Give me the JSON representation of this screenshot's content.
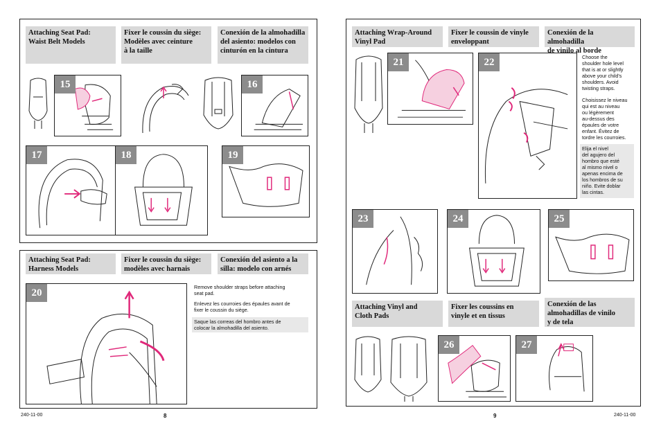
{
  "left_page": {
    "waist_section": {
      "headers": [
        "Attaching Seat Pad:\nWaist Belt Models",
        "Fixer le coussin du siège:\nModèles avec ceinture\nà la taille",
        "Conexión de la almohadilla\ndel asiento: modelos con\ncinturón en la cintura"
      ],
      "figures": [
        "15",
        "16",
        "17",
        "18",
        "19"
      ]
    },
    "harness_section": {
      "headers": [
        "Attaching Seat Pad:\nHarness Models",
        "Fixer le coussin du siège:\nmodèles avec harnais",
        "Conexión del asiento a la\nsilla: modelo con arnés"
      ],
      "figure": "20",
      "notes": [
        "Remove shoulder straps before attaching\nseat pad.",
        "Enlevez les courroies des épaules avant de\nfixer le coussin du siège.",
        "Saque las correas del hombro antes de\ncolocar la almohadilla del asiento."
      ]
    },
    "footer_code": "240-11-00",
    "page_number": "8"
  },
  "right_page": {
    "wrap_section": {
      "headers": [
        "Attaching Wrap-Around\nVinyl Pad",
        "Fixer le coussin de vinyle\nenveloppant",
        "Conexión de la almohadilla\nde vinilo al borde"
      ],
      "figures": [
        "21",
        "22",
        "23",
        "24",
        "25"
      ],
      "notes": [
        "Choose the\nshoulder hole level\nthat is at or slightly\nabove your child's\nshoulders. Avoid\ntwisting straps.",
        "Choisissez le niveau\nqui est au niveau\nou légèrement\nau-dessus des\népaules de votre\nenfant. Évitez de\ntordre les courroies.",
        "Elija el nivel\ndel agujero del\nhombro que esté\nal mismo nivel o\napenas encima de\nlos hombros de su\nniño. Evite doblar\nlas cintas."
      ]
    },
    "vinyl_cloth_section": {
      "headers": [
        "Attaching Vinyl and\nCloth Pads",
        "Fixer les coussins en\nvinyle et en tissus",
        "Conexión de las\nalmohadillas de vinilo\ny de tela"
      ],
      "figures": [
        "26",
        "27"
      ]
    },
    "footer_code": "240-11-00",
    "page_number": "9"
  },
  "colors": {
    "accent": "#e0287a",
    "header_bg": "#d9d9d9",
    "badge_bg": "#8c8c8c"
  }
}
